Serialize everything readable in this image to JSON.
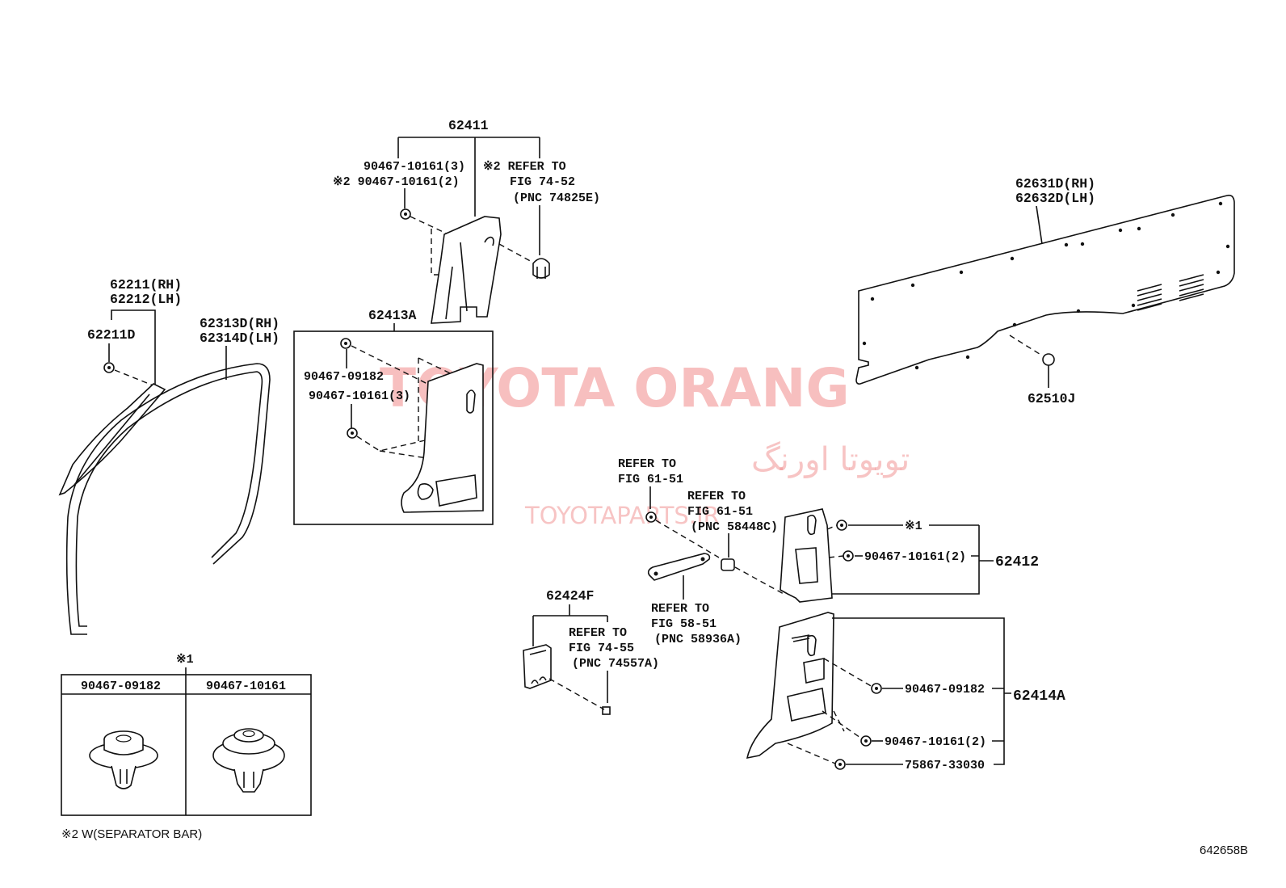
{
  "diagram_id": "642658B",
  "watermark": {
    "brand": "TOYOTA ORANG",
    "persian": "تویوتا اورنگ",
    "site": "TOYOTAPARTS.IR"
  },
  "footnote": "※2 W(SEPARATOR BAR)",
  "legend_table": {
    "marker": "※1",
    "columns": [
      "90467-09182",
      "90467-10161"
    ]
  },
  "labels": {
    "p62411": "62411",
    "p62411_clip1": "90467-10161(3)",
    "p62411_clip2": "※2 90467-10161(2)",
    "p62411_ref1": "※2 REFER TO",
    "p62411_ref2": "FIG 74-52",
    "p62411_ref3": "(PNC 74825E)",
    "p62631_rh": "62631D(RH)",
    "p62632_lh": "62632D(LH)",
    "p62510": "62510J",
    "p62211_rh": "62211(RH)",
    "p62212_lh": "62212(LH)",
    "p62211d": "62211D",
    "p62313_rh": "62313D(RH)",
    "p62314_lh": "62314D(LH)",
    "p62413a": "62413A",
    "p62413a_clip1": "90467-09182",
    "p62413a_clip2": "90467-10161(3)",
    "ref6151a_1": "REFER TO",
    "ref6151a_2": "FIG 61-51",
    "ref6151b_1": "REFER TO",
    "ref6151b_2": "FIG 61-51",
    "ref6151b_3": "(PNC 58448C)",
    "p62412_mark": "※1",
    "p62412_clip": "90467-10161(2)",
    "p62412": "62412",
    "ref5851_1": "REFER TO",
    "ref5851_2": "FIG 58-51",
    "ref5851_3": "(PNC 58936A)",
    "p62424f": "62424F",
    "ref7455_1": "REFER TO",
    "ref7455_2": "FIG 74-55",
    "ref7455_3": "(PNC 74557A)",
    "p62414a_clip1": "90467-09182",
    "p62414a": "62414A",
    "p62414a_clip2": "90467-10161(2)",
    "p62414a_clip3": "75867-33030"
  }
}
